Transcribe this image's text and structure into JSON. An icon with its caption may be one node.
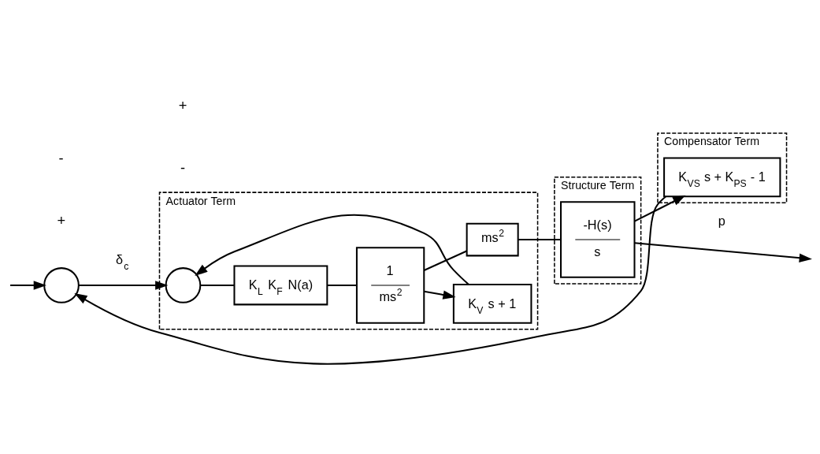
{
  "diagram": {
    "nodes": [
      {
        "text": [
          "Actuator Term"
        ]
      },
      {
        "text": [],
        "shape": "circle"
      },
      {
        "text": [],
        "shape": "circle",
        "in": 0
      },
      {
        "text": [
          "K$_{L}$ K$_{F}$ N(a)"
        ],
        "in": 0
      },
      {
        "text": [
          "1",
          "ms$^{2}$"
        ],
        "in": 0
      },
      {
        "text": [
          "K$_{V}$ s + 1"
        ],
        "in": 0
      },
      {
        "text": [
          "ms$^{2}$"
        ],
        "in": 0
      },
      {
        "text": [
          "Structure Term"
        ]
      },
      {
        "text": [
          "-H(s)",
          "s"
        ],
        "in": 7
      },
      {
        "text": [
          "Compensator Term"
        ]
      },
      {
        "text": [
          "K$_{VS}$ s + K$_{PS}$ - 1"
        ],
        "in": 9
      }
    ],
    "edges": [
      {
        "from": null,
        "to": 1,
        "arrow": "to"
      },
      {
        "from": 1,
        "to": 2,
        "arrow": "to",
        "label": "δ$_{c}$"
      },
      {
        "from": 2,
        "to": 3,
        "arrow": "none"
      },
      {
        "from": 3,
        "to": 4,
        "arrow": "none"
      },
      {
        "from": 4,
        "to": 6,
        "arrow": "none"
      },
      {
        "from": 4,
        "to": 5,
        "arrow": "to"
      },
      {
        "from": 5,
        "to": 2,
        "arrow": "to"
      },
      {
        "from": 6,
        "to": 8,
        "arrow": "none"
      },
      {
        "from": 8,
        "to": null,
        "arrow": "to",
        "label": "p"
      },
      {
        "from": 8,
        "to": 10,
        "arrow": "to"
      },
      {
        "from": 10,
        "to": 1,
        "arrow": "to"
      }
    ],
    "labels": [
      "+",
      "-",
      "+",
      "-"
    ]
  }
}
